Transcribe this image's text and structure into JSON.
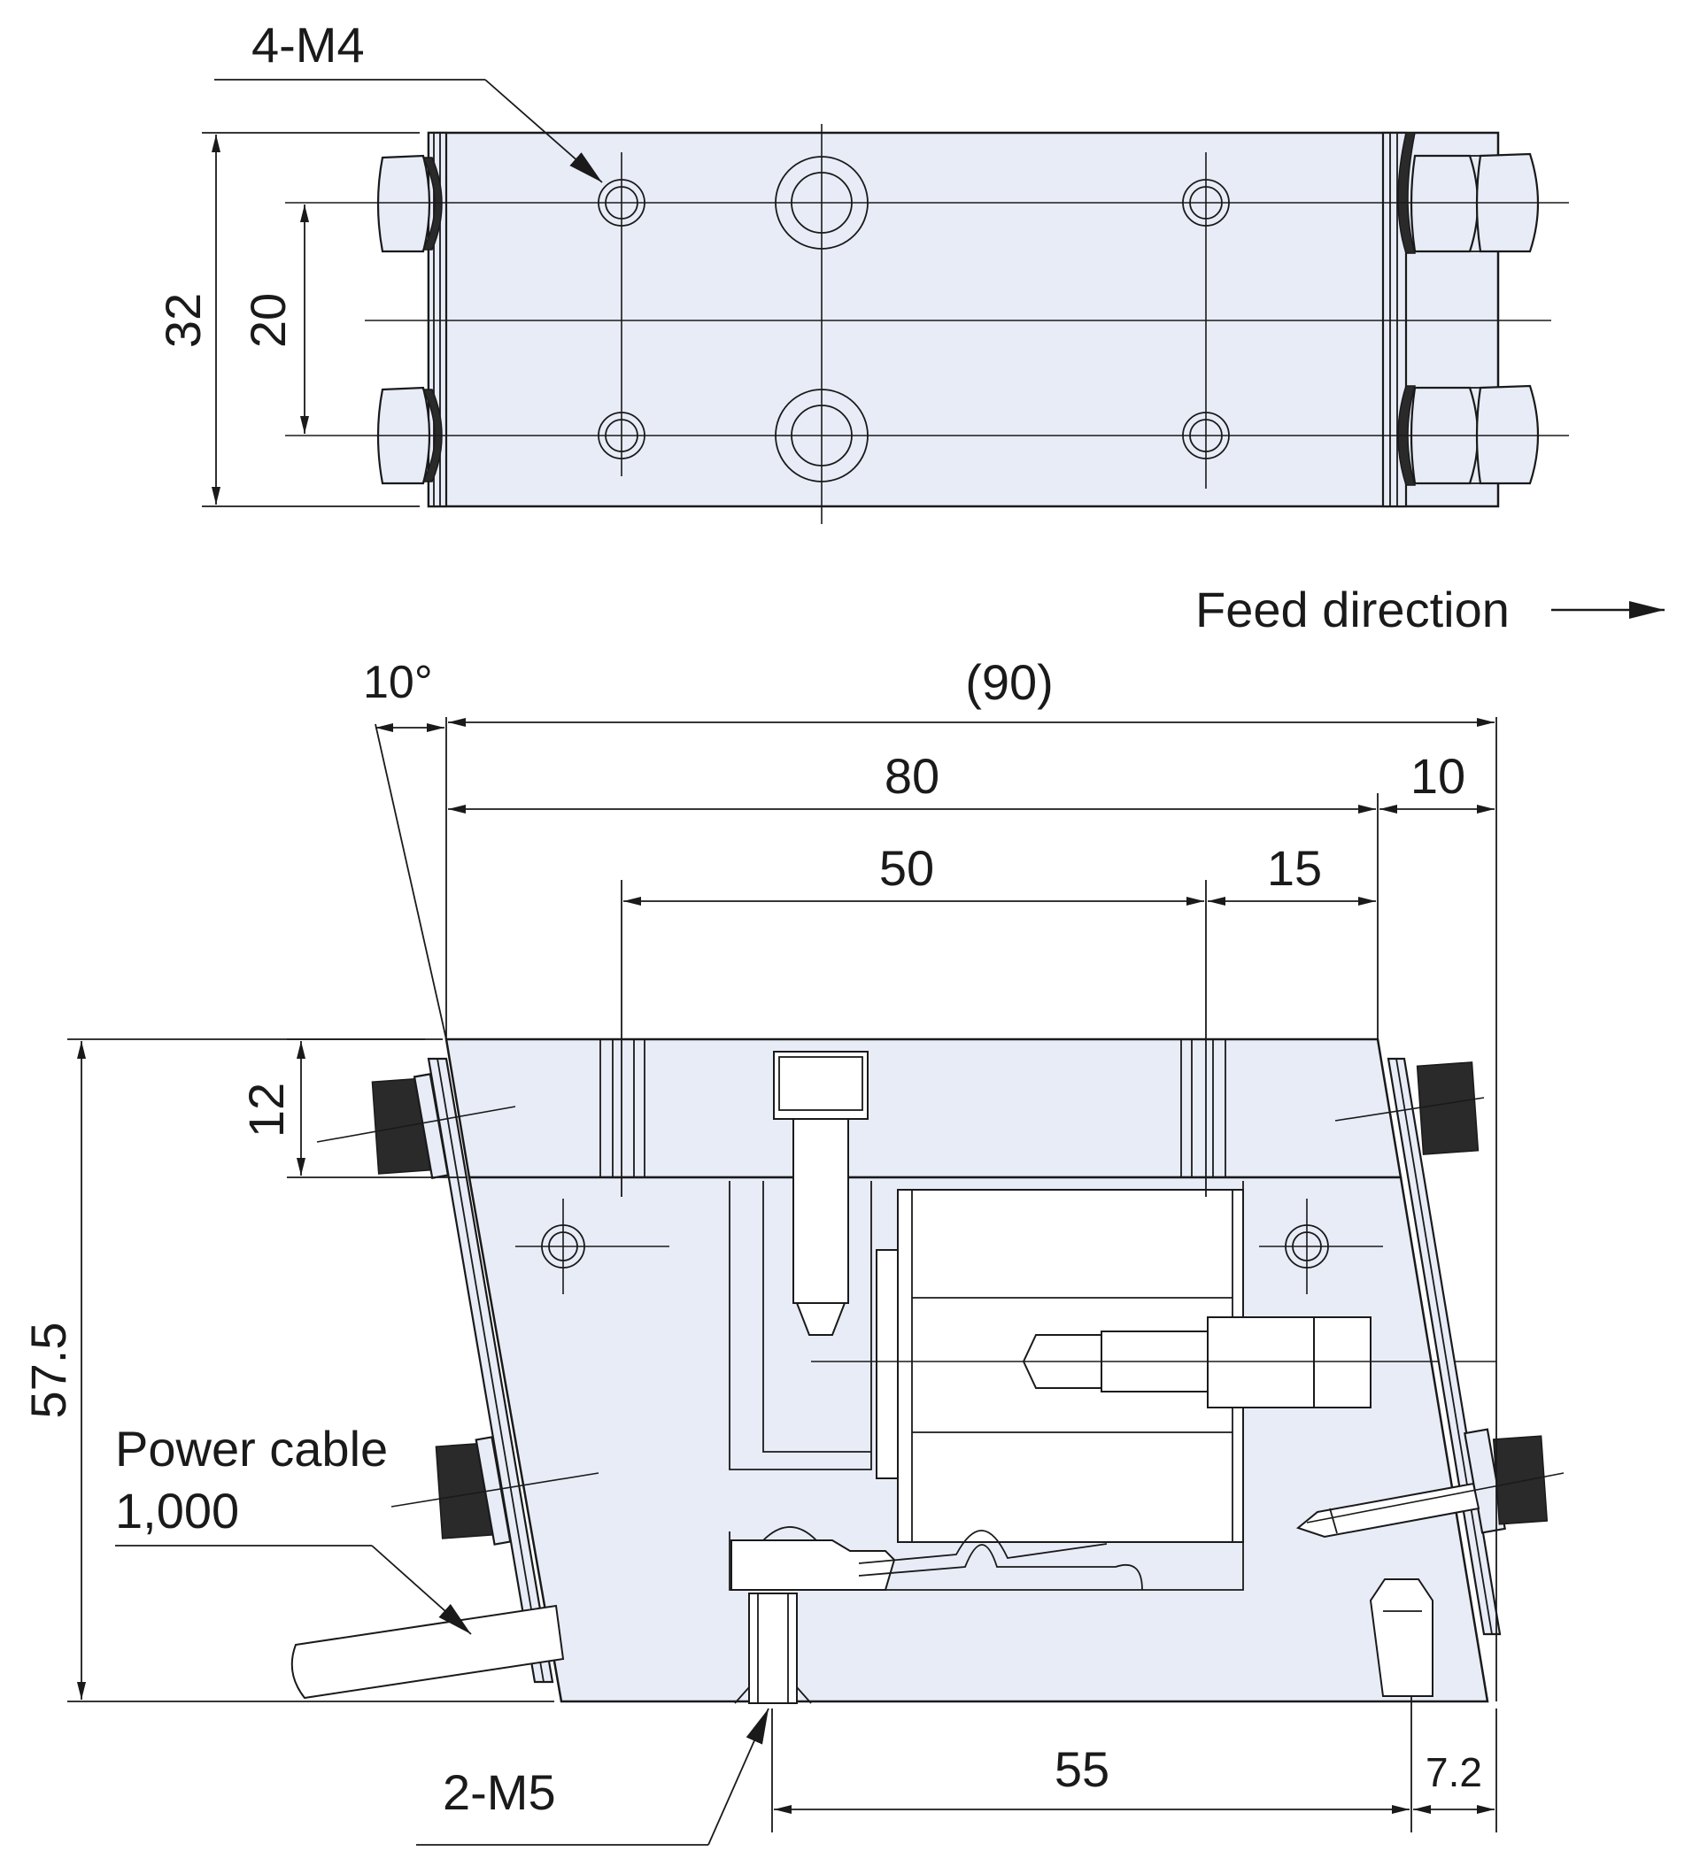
{
  "labels": {
    "top_thread": "4-M4",
    "dim_width_outer": "32",
    "dim_width_inner": "20",
    "feed_direction": "Feed direction",
    "angle": "10°",
    "overall_length": "(90)",
    "length_body": "80",
    "length_end": "10",
    "hole_pitch": "50",
    "hole_offset": "15",
    "top_thickness": "12",
    "height": "57.5",
    "power_cable": "Power cable",
    "cable_length": "1,000",
    "bottom_thread": "2-M5",
    "bottom_pitch": "55",
    "bottom_offset": "7.2"
  },
  "colors": {
    "body_fill": "#e8ecf7",
    "line": "#1a1a1a"
  },
  "icons": {
    "feed_arrow": "arrow-right-icon"
  }
}
